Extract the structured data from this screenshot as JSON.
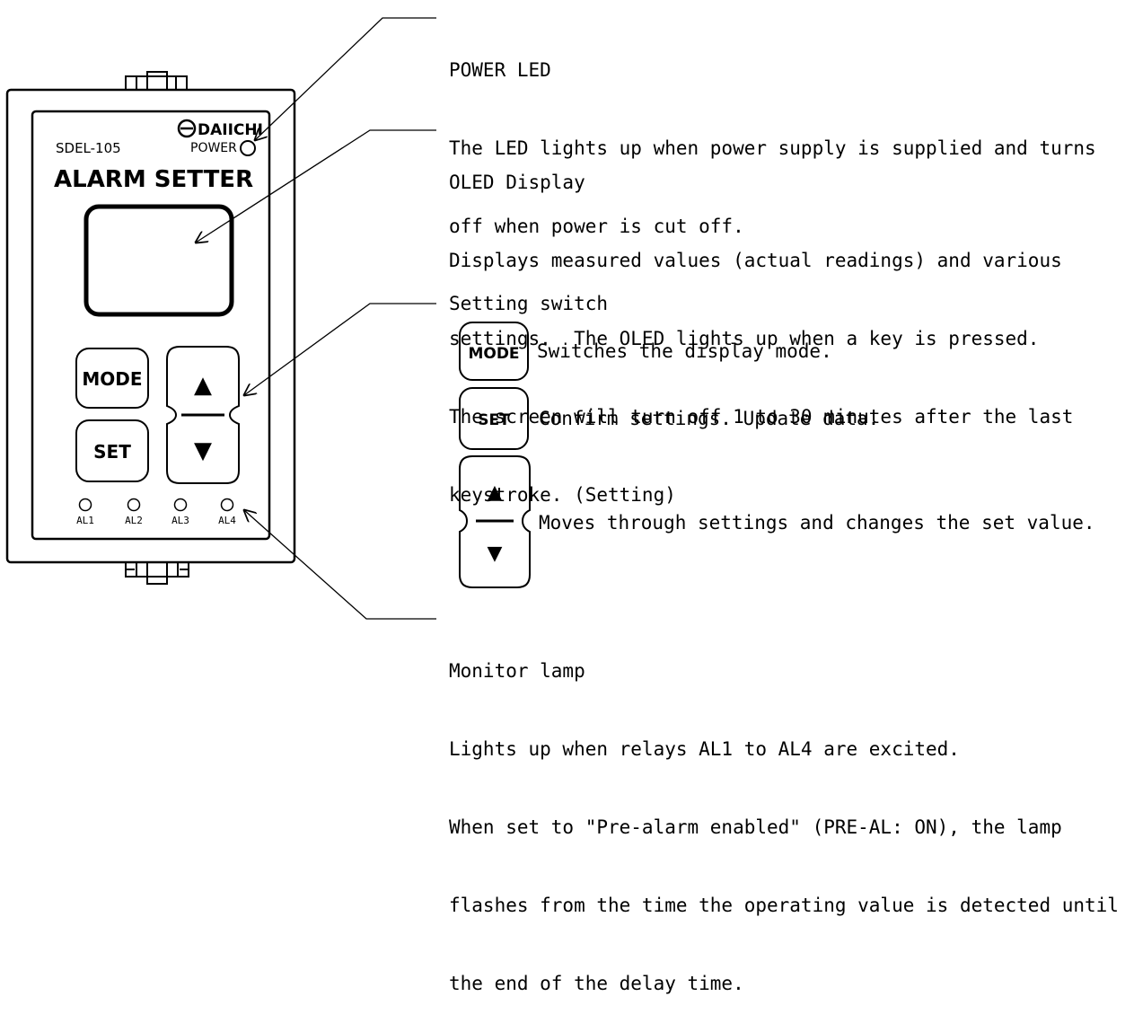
{
  "device": {
    "brand": "DAIICHI",
    "model": "SDEL-105",
    "title": "ALARM SETTER",
    "power_label": "POWER",
    "mode_label": "MODE",
    "set_label": "SET",
    "up_symbol": "▲",
    "down_symbol": "▼",
    "lamps": [
      "AL1",
      "AL2",
      "AL3",
      "AL4"
    ]
  },
  "callouts": {
    "power_led": {
      "title": "POWER LED",
      "lines": [
        "The LED lights up when power supply is supplied and turns",
        "off when power is cut off."
      ]
    },
    "oled": {
      "title": "OLED Display",
      "lines": [
        "Displays measured values (actual readings) and various",
        "settings.  The OLED lights up when a key is pressed.",
        "The screen will turn off 1 to 30 minutes after the last",
        "keystroke. (Setting)"
      ]
    },
    "setting_switch": {
      "title": "Setting switch",
      "mode_desc": "Switches the display mode.",
      "set_desc": "Confirm settings. Update data.",
      "arrows_desc": "Moves through settings and changes the set value."
    },
    "monitor_lamp": {
      "title": "Monitor lamp",
      "lines": [
        "Lights up when relays AL1 to AL4 are excited.",
        "When set to \"Pre-alarm enabled\" (PRE-AL: ON), the lamp",
        "flashes from the time the operating value is detected until",
        "the end of the delay time."
      ]
    }
  },
  "colors": {
    "line": "#000000",
    "background": "#ffffff"
  }
}
